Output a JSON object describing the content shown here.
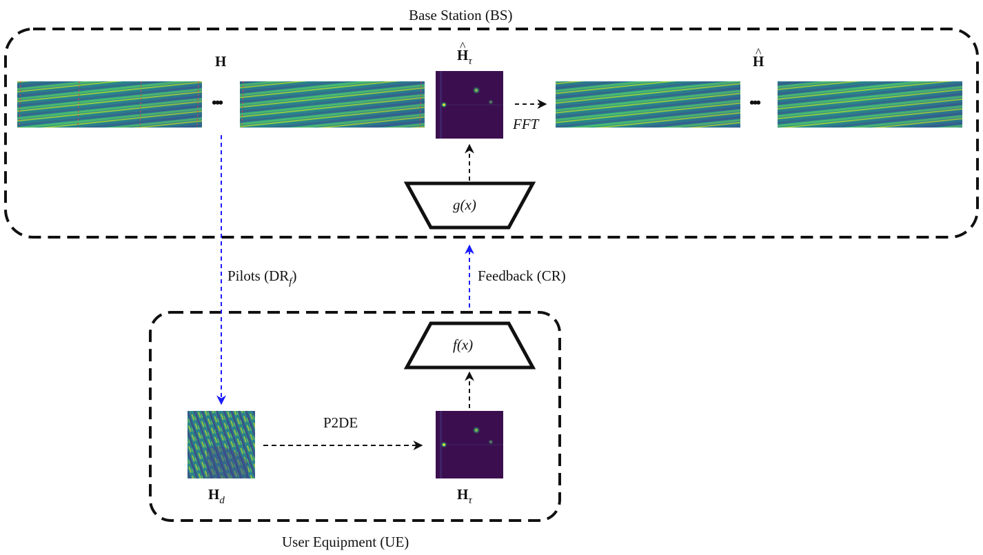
{
  "base_station": {
    "title": "Base Station (BS)"
  },
  "user_equipment": {
    "title": "User Equipment (UE)"
  },
  "labels": {
    "H": "H",
    "H_hat": "H",
    "H_tau_hat_main": "H",
    "H_tau_hat_sub": "τ",
    "H_d_main": "H",
    "H_d_sub": "d",
    "H_tau_main": "H",
    "H_tau_sub": "τ",
    "ellipsis_left": "•••",
    "ellipsis_right": "•••",
    "fft": "FFT",
    "decoder": "g(x)",
    "encoder": "f(x)",
    "pilots_prefix": "Pilots (DR",
    "pilots_sub": "f",
    "pilots_suffix": ")",
    "feedback": "Feedback (CR)",
    "p2de": "P2DE"
  },
  "colors": {
    "box_border": "#111111",
    "arrow_blue": "#1a1aff",
    "heatmap_dark": "#3b0f4f",
    "heatmap_teal": "#21908d",
    "heatmap_yellow": "#d8e219",
    "heatmap_navy": "#31407e"
  },
  "icons": [
    "arrow-head-icon",
    "trapezoid-decoder",
    "trapezoid-encoder",
    "ellipsis-icon"
  ]
}
